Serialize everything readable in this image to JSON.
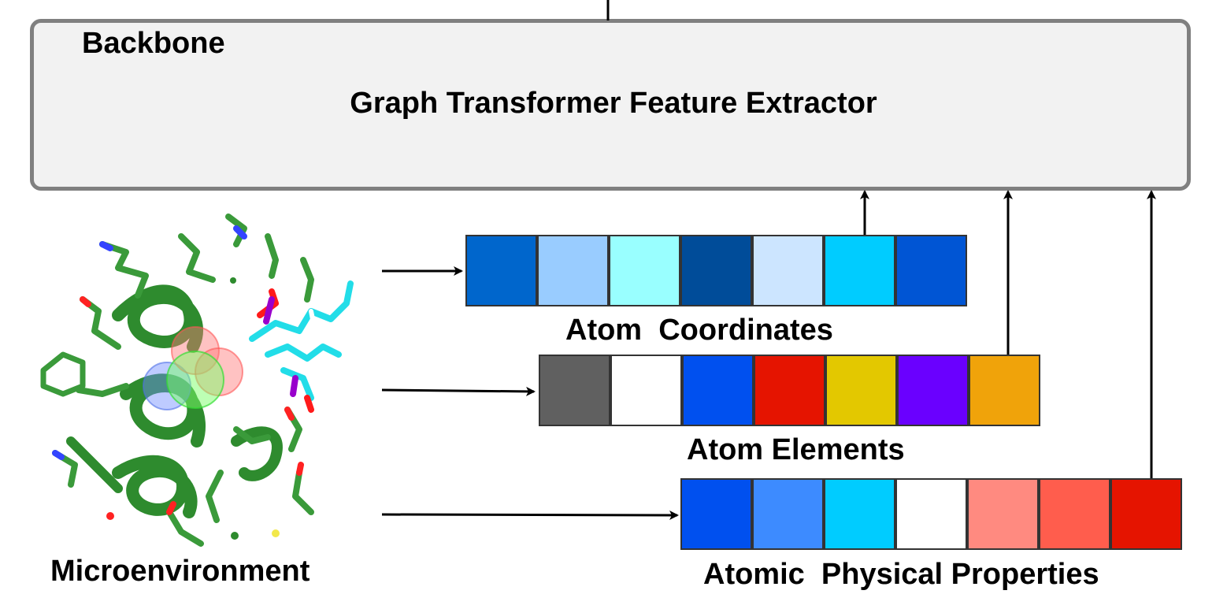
{
  "backbone": {
    "title": "Backbone",
    "module": "Graph Transformer Feature Extractor"
  },
  "microenvironment": {
    "label": "Microenvironment"
  },
  "features": {
    "atom_coordinates": {
      "label": "Atom  Coordinates",
      "colors": [
        "#0066cc",
        "#99ccff",
        "#99ffff",
        "#004c99",
        "#cce5ff",
        "#00ccff",
        "#0055d4"
      ]
    },
    "atom_elements": {
      "label": "Atom Elements",
      "colors": [
        "#606060",
        "#ffffff",
        "#0050ef",
        "#e51400",
        "#e3c800",
        "#6a00ff",
        "#f0a30a"
      ]
    },
    "atomic_physical_properties": {
      "label": "Atomic  Physical Properties",
      "colors": [
        "#0050ef",
        "#3d8bff",
        "#00ccff",
        "#ffffff",
        "#ff8a80",
        "#ff5d4d",
        "#e51400"
      ]
    }
  }
}
